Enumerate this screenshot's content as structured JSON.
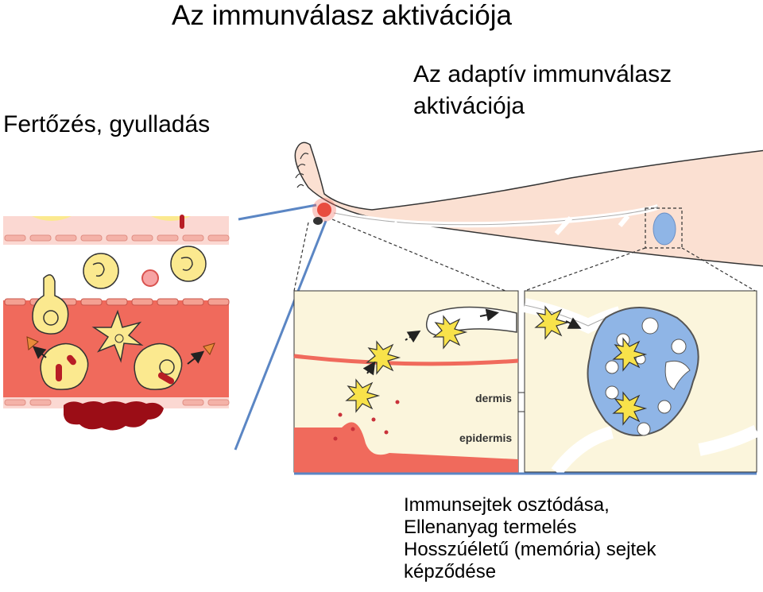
{
  "title": "Az immunválasz aktivációja",
  "left_heading": "Fertőzés, gyulladás",
  "right_heading": "Az adaptív immunválasz aktivációja",
  "diagram_labels": {
    "dermis": "dermis",
    "epidermis": "epidermis"
  },
  "outcomes": [
    "Immunsejtek osztódása,",
    "Ellenanyag termelés",
    "Hosszúéletű (memória) sejtek",
    "képződése"
  ],
  "colors": {
    "skin": "#fbe0d2",
    "tissue_red": "#f06a5c",
    "pale_pink": "#fbd8d2",
    "cell_yellow": "#fbe98f",
    "blood_dark": "#9b0d16",
    "lymph_blue": "#8fb5e6",
    "pointer_blue": "#5b86c4",
    "dermis_beige": "#fbf5dc"
  }
}
